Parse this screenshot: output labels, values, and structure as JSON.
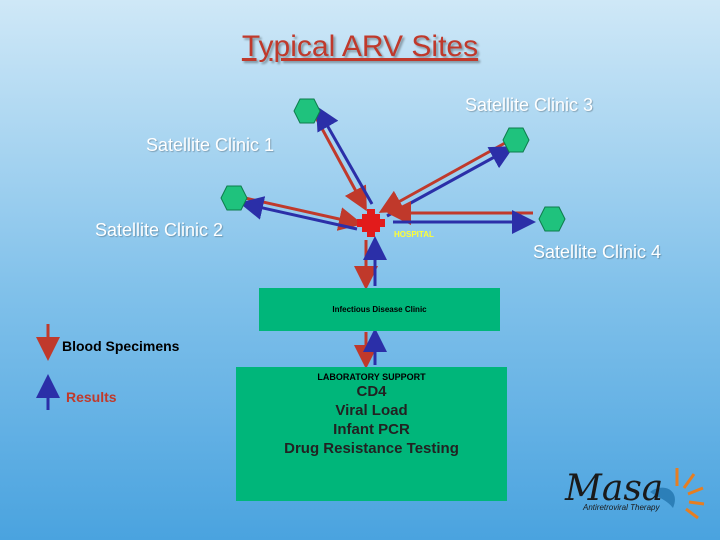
{
  "title": "Typical ARV Sites",
  "clinics": {
    "c1": "Satellite Clinic 1",
    "c2": "Satellite Clinic 2",
    "c3": "Satellite Clinic 3",
    "c4": "Satellite Clinic 4"
  },
  "hospital_label": "HOSPITAL",
  "idc_label": "Infectious Disease Clinic",
  "lab": {
    "support": "LABORATORY SUPPORT",
    "tests": [
      "CD4",
      "Viral Load",
      "Infant PCR",
      "Drug Resistance Testing"
    ]
  },
  "legend": {
    "blood": "Blood Specimens",
    "results": "Results"
  },
  "logo": {
    "word": "Masa",
    "sub": "Antiretroviral Therapy"
  },
  "colors": {
    "specimen_arrow": "#c0392b",
    "results_arrow": "#2b2fa8",
    "site_hex": "#1fc27d",
    "box_fill": "#00b67a",
    "title": "#c0392b"
  }
}
